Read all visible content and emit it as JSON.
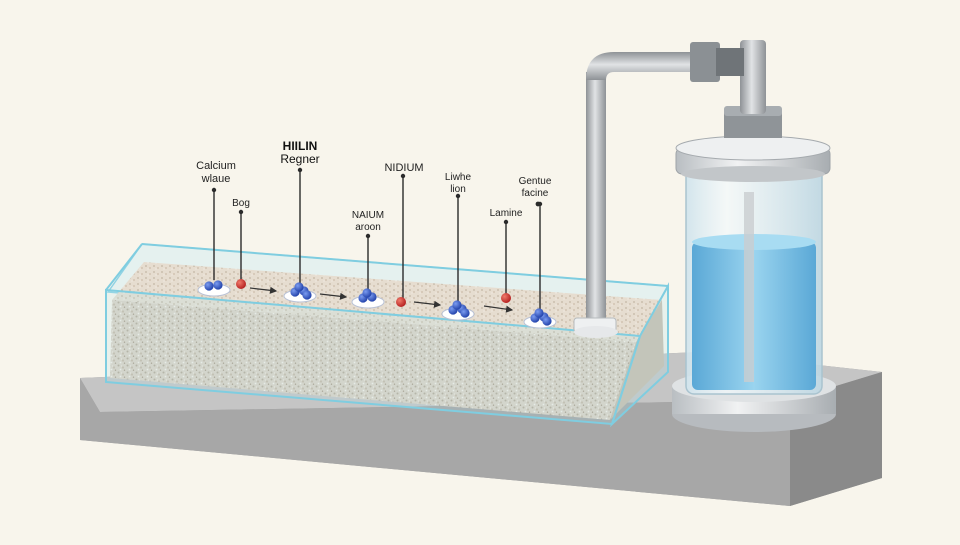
{
  "labels": {
    "calcium": "Calcium",
    "calcium_sub": "wlaue",
    "heading": "HIILIN",
    "heading_sub": "Regner",
    "nidium": "NIDIUM",
    "liwhe": "Liwhe",
    "liwhe_sub": "lion",
    "gentue": "Gentue",
    "gentue_sub": "facine",
    "bog": "Bog",
    "naium": "NAIUM",
    "naium_sub": "aroon",
    "lamine": "Lamine"
  },
  "colors": {
    "background": "#f8f5ec",
    "base": "#a9a9a9",
    "tank_glass": "#9fdcea",
    "sand": "#d9cfc3",
    "ion_blue": "#2e56c9",
    "ion_red": "#d42a2a",
    "water": "#7cc3e6",
    "pipe": "#b3b6b9"
  }
}
